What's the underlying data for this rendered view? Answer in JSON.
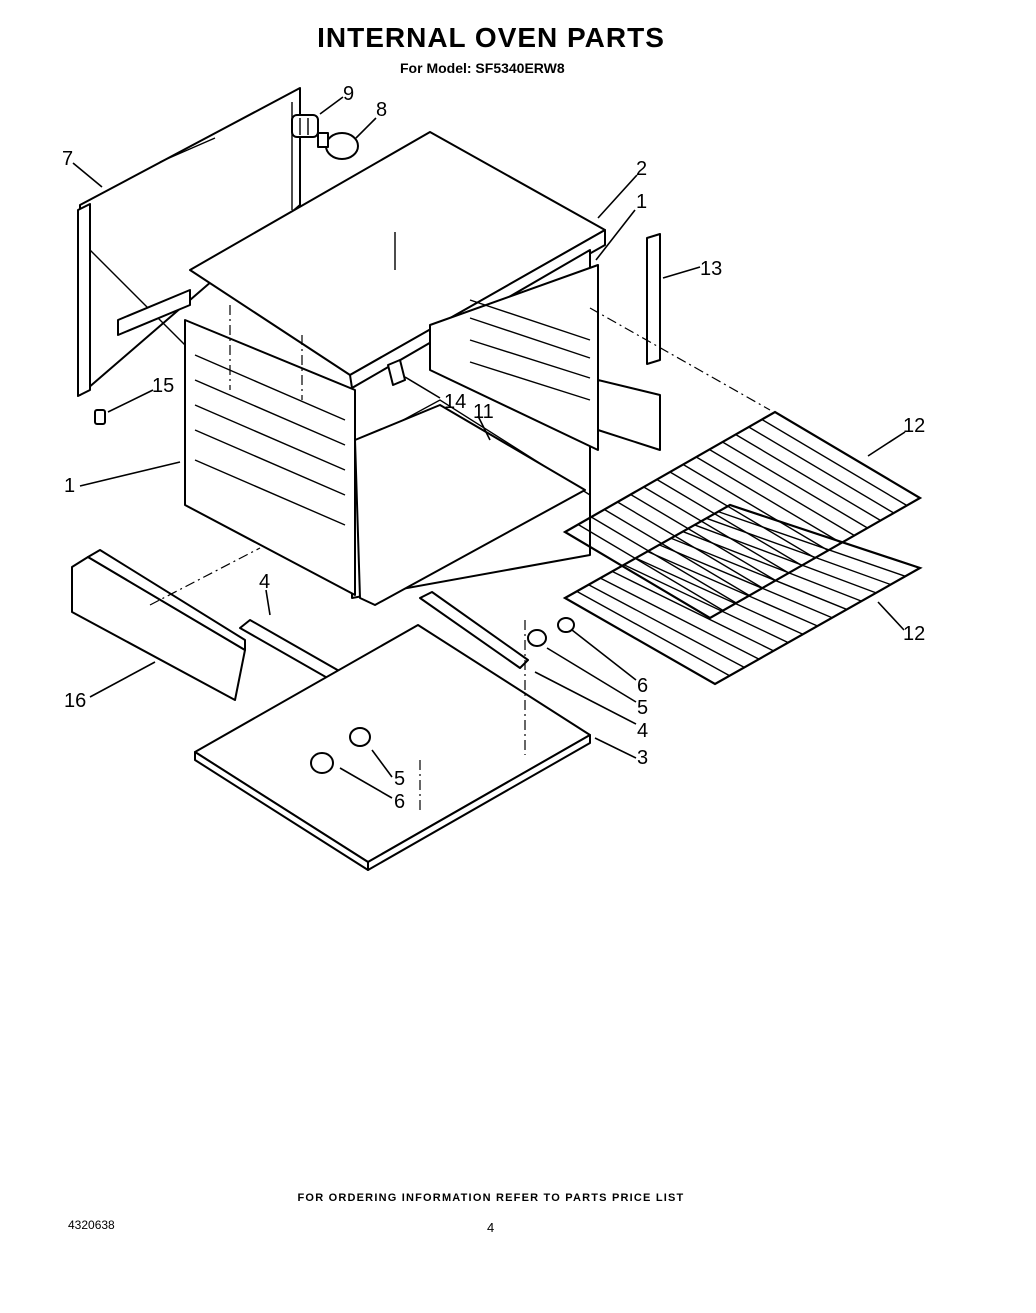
{
  "header": {
    "title": "INTERNAL OVEN PARTS",
    "subtitle": "For Model: SF5340ERW8"
  },
  "callouts": [
    {
      "id": "c9",
      "label": "9"
    },
    {
      "id": "c8",
      "label": "8"
    },
    {
      "id": "c7",
      "label": "7"
    },
    {
      "id": "c2",
      "label": "2"
    },
    {
      "id": "c1a",
      "label": "1"
    },
    {
      "id": "c13",
      "label": "13"
    },
    {
      "id": "c15",
      "label": "15"
    },
    {
      "id": "c14",
      "label": "14"
    },
    {
      "id": "c11",
      "label": "11"
    },
    {
      "id": "c12a",
      "label": "12"
    },
    {
      "id": "c1b",
      "label": "1"
    },
    {
      "id": "c12b",
      "label": "12"
    },
    {
      "id": "c4a",
      "label": "4"
    },
    {
      "id": "c6a",
      "label": "6"
    },
    {
      "id": "c5a",
      "label": "5"
    },
    {
      "id": "c4b",
      "label": "4"
    },
    {
      "id": "c16",
      "label": "16"
    },
    {
      "id": "c3",
      "label": "3"
    },
    {
      "id": "c5b",
      "label": "5"
    },
    {
      "id": "c6b",
      "label": "6"
    }
  ],
  "footer": {
    "note": "FOR ORDERING INFORMATION REFER TO PARTS PRICE LIST",
    "document_number": "4320638",
    "page_number": "4"
  }
}
